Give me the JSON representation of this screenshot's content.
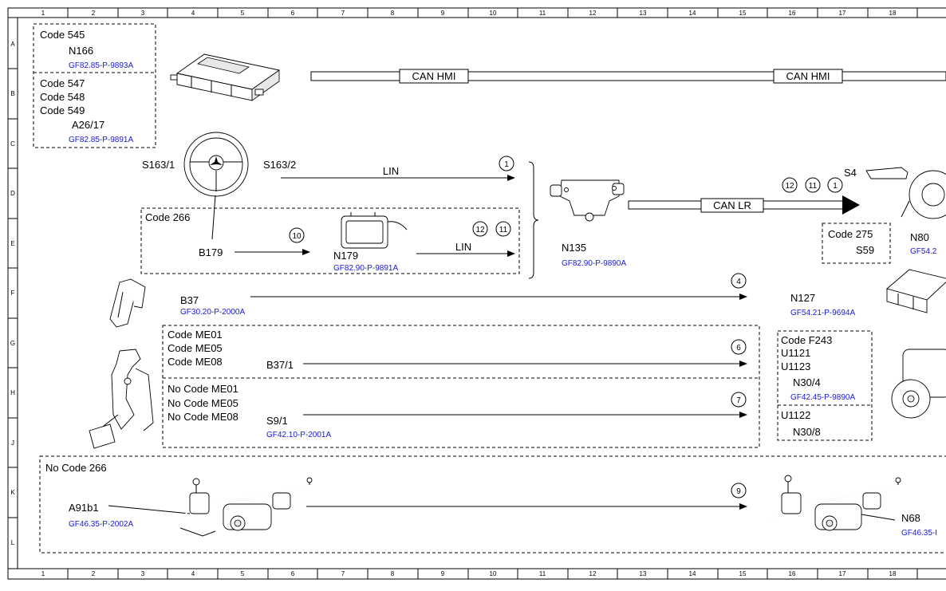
{
  "grid": {
    "columns": [
      "1",
      "2",
      "3",
      "4",
      "5",
      "6",
      "7",
      "8",
      "9",
      "10",
      "11",
      "12",
      "13",
      "14",
      "15",
      "16",
      "17",
      "18"
    ],
    "rows": [
      "A",
      "B",
      "C",
      "D",
      "E",
      "F",
      "G",
      "H",
      "J",
      "K",
      "L"
    ]
  },
  "components": {
    "n166": {
      "code": "Code 545",
      "name": "N166",
      "ref": "GF82.85-P-9893A"
    },
    "a26_17": {
      "codes": [
        "Code 547",
        "Code 548",
        "Code 549"
      ],
      "name": "A26/17",
      "ref": "GF82.85-P-9891A"
    },
    "steering": {
      "left": "S163/1",
      "right": "S163/2",
      "sensor": "B179"
    },
    "code266": {
      "code": "Code 266",
      "name": "N179",
      "ref": "GF82.90-P-9891A"
    },
    "n135": {
      "name": "N135",
      "ref": "GF82.90-P-9890A"
    },
    "s4": {
      "name": "S4"
    },
    "code275": {
      "code": "Code 275",
      "name": "S59"
    },
    "n80": {
      "name": "N80",
      "ref": "GF54.2"
    },
    "b37": {
      "name": "B37",
      "ref": "GF30.20-P-2000A"
    },
    "n127": {
      "name": "N127",
      "ref": "GF54.21-P-9694A"
    },
    "me_group": {
      "codes": [
        "Code ME01",
        "Code ME05",
        "Code ME08"
      ],
      "name": "B37/1"
    },
    "no_me_group": {
      "codes": [
        "No Code ME01",
        "No Code ME05",
        "No Code ME08"
      ],
      "name": "S9/1",
      "ref": "GF42.10-P-2001A"
    },
    "f243": {
      "code": "Code F243",
      "u1": "U1121",
      "u2": "U1123",
      "name": "N30/4",
      "ref": "GF42.45-P-9890A",
      "u3": "U1122",
      "name2": "N30/8"
    },
    "no266": {
      "code": "No Code 266",
      "name": "A91b1",
      "ref": "GF46.35-P-2002A",
      "target": "N68",
      "target_ref": "GF46.35-I"
    }
  },
  "buses": {
    "can_hmi": "CAN HMI",
    "can_lr": "CAN LR",
    "lin": "LIN"
  },
  "signal_numbers": {
    "s1": "1",
    "s10": "10",
    "s12": "12",
    "s11": "11",
    "s4": "4",
    "s6": "6",
    "s7": "7",
    "s9": "9",
    "t12": "12",
    "t11": "11",
    "t1": "1"
  }
}
